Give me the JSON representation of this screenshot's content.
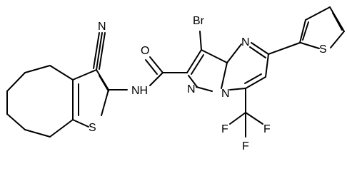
{
  "atoms": {
    "cn_n": "N",
    "cn_label_prefix": "",
    "nh_label": "NH",
    "thiophene_s_left": "S",
    "o_label": "O",
    "br_label": "Br",
    "pyrimidine_n_top": "N",
    "pyrazole_n1": "N",
    "pyrazole_n2": "N",
    "thiophene_s_right": "S",
    "f1": "F",
    "f2": "F",
    "f3": "F"
  },
  "colors": {
    "bond": "#000000",
    "text": "#000000",
    "background": "#ffffff"
  }
}
